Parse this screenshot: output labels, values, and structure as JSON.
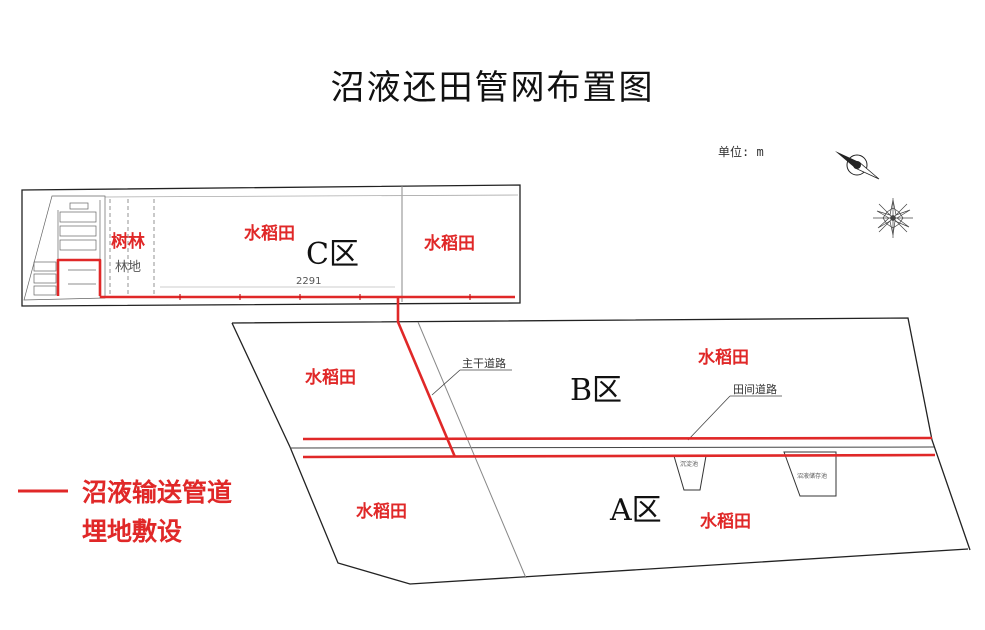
{
  "title": "沼液还田管网布置图",
  "unit": "单位: m",
  "colors": {
    "pipe": "#e02828",
    "outline": "#222222",
    "thin": "#888888"
  },
  "zones": {
    "a": "A区",
    "b": "B区",
    "c": "C区"
  },
  "fields": {
    "c_left": "水稻田",
    "c_right": "水稻田",
    "b_left": "水稻田",
    "b_right": "水稻田",
    "a_left": "水稻田",
    "a_right": "水稻田"
  },
  "forest": "树林",
  "forest_land": "林地",
  "dimension": "2291",
  "roads": {
    "main": "主干道路",
    "field": "田间道路"
  },
  "legend": {
    "line1": "沼液输送管道",
    "line2": "埋地敷设"
  },
  "icons": {
    "north_arrow": "north-arrow-icon",
    "wind_rose": "wind-rose-icon"
  }
}
